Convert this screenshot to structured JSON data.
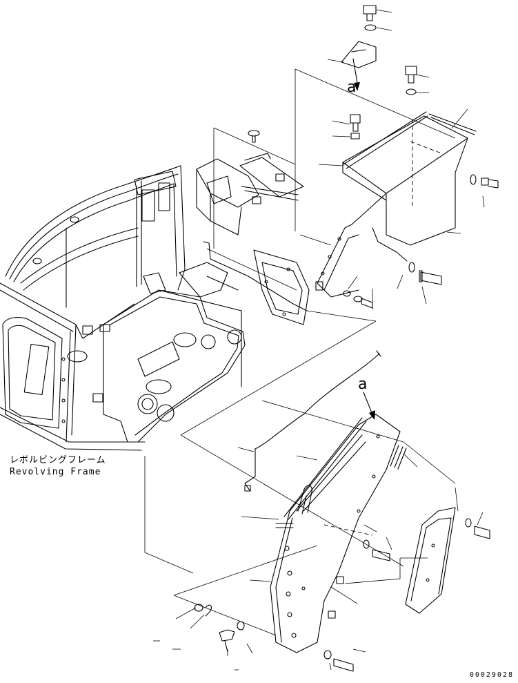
{
  "diagram": {
    "frame_label_jp": "レボルビングフレーム",
    "frame_label_en": "Revolving Frame",
    "reference_marks": [
      "a",
      "a"
    ],
    "drawing_number": "00029028"
  }
}
